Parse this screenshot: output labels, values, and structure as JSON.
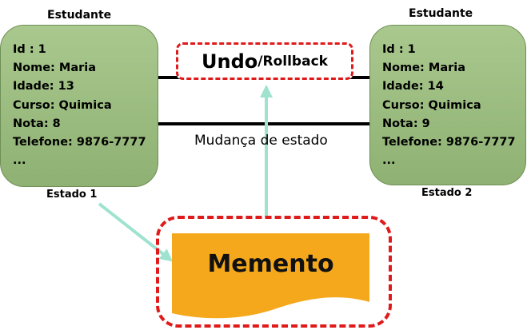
{
  "state1": {
    "title": "Estudante",
    "lines": [
      "Id : 1",
      "Nome: Maria",
      "Idade: 13",
      "Curso: Quimica",
      "Nota: 8",
      "Telefone: 9876-7777",
      "..."
    ],
    "caption": "Estado 1"
  },
  "state2": {
    "title": "Estudante",
    "lines": [
      "Id : 1",
      "Nome: Maria",
      "Idade: 14",
      "Curso: Quimica",
      "Nota: 9",
      "Telefone: 9876-7777",
      "..."
    ],
    "caption": "Estado 2"
  },
  "undo": {
    "word1": "Undo",
    "word2": "/Rollback"
  },
  "change_label": "Mudança de estado",
  "memento": {
    "label": "Memento"
  },
  "colors": {
    "state_fill": "#9bbb7f",
    "dash_red": "#e01a1a",
    "memento_fill": "#f5a81c",
    "connector_teal": "#9ee2cf",
    "arrow_black": "#000000"
  }
}
